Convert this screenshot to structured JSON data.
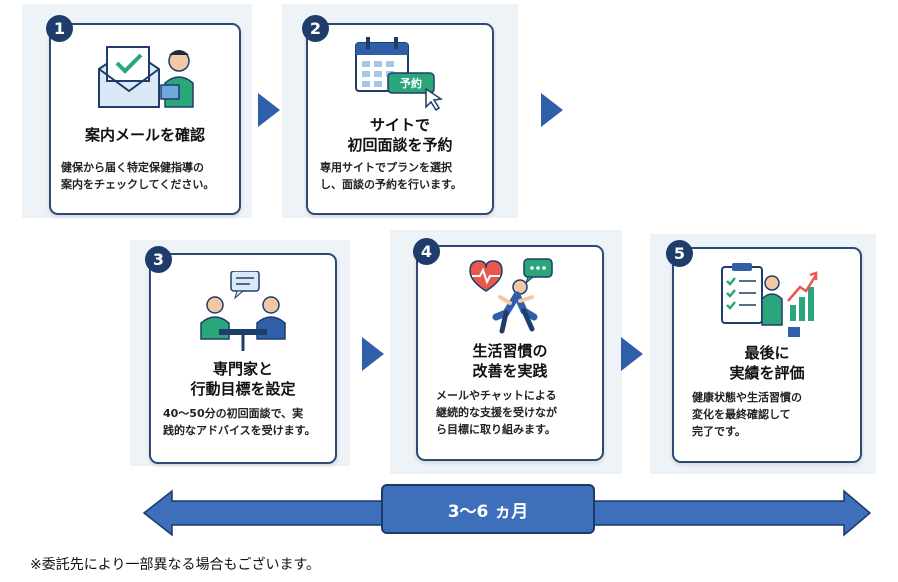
{
  "steps": [
    {
      "number": "1",
      "title": "案内メールを確認",
      "desc": [
        "健保から届く特定保健指導の",
        "案内をチェックしてください。"
      ]
    },
    {
      "number": "2",
      "title": [
        "サイトで",
        "初回面談を予約"
      ],
      "desc": [
        "専用サイトでプランを選択",
        "し、面談の予約を行います。"
      ],
      "icon_badge": "予約"
    },
    {
      "number": "3",
      "title": [
        "専門家と",
        "行動目標を設定"
      ],
      "desc": [
        "40～50分の初回面談で、実",
        "践的なアドバイスを受けます。"
      ]
    },
    {
      "number": "4",
      "title": [
        "生活習慣の",
        "改善を実践"
      ],
      "desc": [
        "メールやチャットによる",
        "継続的な支援を受けなが",
        "ら目標に取り組みます。"
      ]
    },
    {
      "number": "5",
      "title": [
        "最後に",
        "実績を評価"
      ],
      "desc": [
        "健康状態や生活習慣の",
        "変化を最終確認して",
        "完了です。"
      ]
    }
  ],
  "duration": "3～6 ヵ月",
  "note": "※委託先により一部異なる場合もございます。",
  "icons": [
    "email-check-icon",
    "calendar-booking-icon",
    "meeting-icon",
    "running-heart-icon",
    "checklist-growth-icon"
  ],
  "colors": {
    "navy": "#1f3d6b",
    "arrow": "#2f5fa8",
    "duration_bar": "#3d6fba"
  }
}
